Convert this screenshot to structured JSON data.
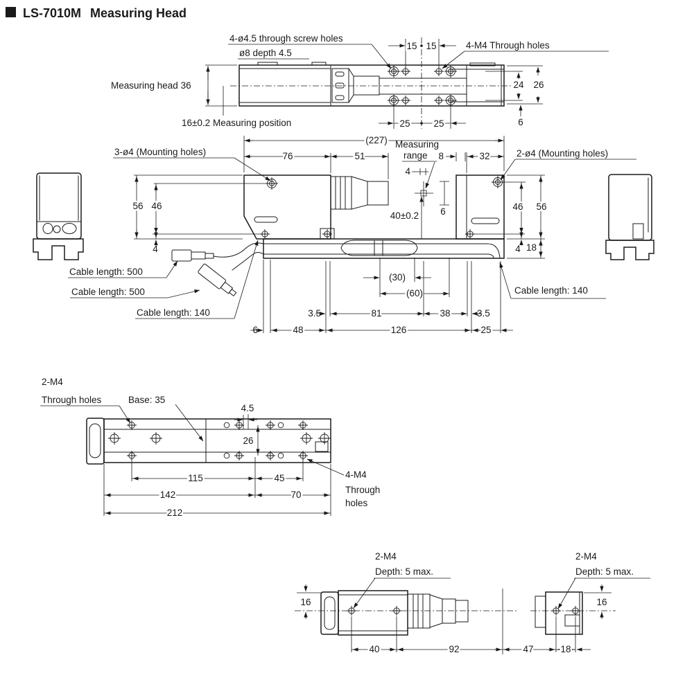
{
  "title": {
    "model": "LS-7010M",
    "name": "Measuring Head"
  },
  "colors": {
    "ink": "#1a1a1a",
    "background": "#ffffff"
  },
  "top_view": {
    "label_screw_holes": "4-ø4.5 through screw holes",
    "label_counterbore": "ø8 depth 4.5",
    "label_m4": "4-M4 Through holes",
    "label_head": "Measuring head 36",
    "label_position": "16±0.2 Measuring position",
    "dim_15_a": "15",
    "dim_15_b": "15",
    "dim_25_a": "25",
    "dim_25_b": "25",
    "dim_24": "24",
    "dim_26": "26",
    "dim_6": "6"
  },
  "side_view": {
    "dim_227": "(227)",
    "dim_76": "76",
    "dim_51": "51",
    "label_range_1": "Measuring",
    "label_range_2": "range",
    "dim_8": "8",
    "dim_32": "32",
    "label_mount_3": "3-ø4 (Mounting holes)",
    "label_mount_2": "2-ø4 (Mounting holes)",
    "dim_56_left": "56",
    "dim_46_left": "46",
    "dim_4_left": "4",
    "dim_4_target": "4",
    "dim_40": "40±0.2",
    "dim_6_target": "6",
    "dim_46_right": "46",
    "dim_56_right": "56",
    "dim_4_right": "4",
    "dim_18": "18",
    "label_cable_500_a": "Cable length: 500",
    "label_cable_500_b": "Cable length: 500",
    "label_cable_140_left": "Cable length: 140",
    "label_cable_140_right": "Cable length: 140",
    "dim_30": "(30)",
    "dim_60": "(60)",
    "dim_3_5_a": "3.5",
    "dim_81": "81",
    "dim_38": "38",
    "dim_3_5_b": "3.5",
    "dim_6_bottom": "6",
    "dim_48": "48",
    "dim_126": "126",
    "dim_25": "25"
  },
  "base_view": {
    "label_2m4_line1": "2-M4",
    "label_2m4_line2": "Through holes",
    "label_base": "Base: 35",
    "dim_4_5": "4.5",
    "dim_26": "26",
    "dim_115": "115",
    "dim_45": "45",
    "dim_142": "142",
    "dim_70": "70",
    "dim_212": "212",
    "label_4m4_line1": "4-M4",
    "label_4m4_line2": "Through",
    "label_4m4_line3": "holes"
  },
  "bottom_left_view": {
    "label_2m4": "2-M4",
    "label_depth": "Depth: 5 max.",
    "dim_16": "16",
    "dim_40": "40",
    "dim_92": "92"
  },
  "bottom_right_view": {
    "label_2m4": "2-M4",
    "label_depth": "Depth: 5 max.",
    "dim_16": "16",
    "dim_47": "47",
    "dim_18": "18"
  }
}
